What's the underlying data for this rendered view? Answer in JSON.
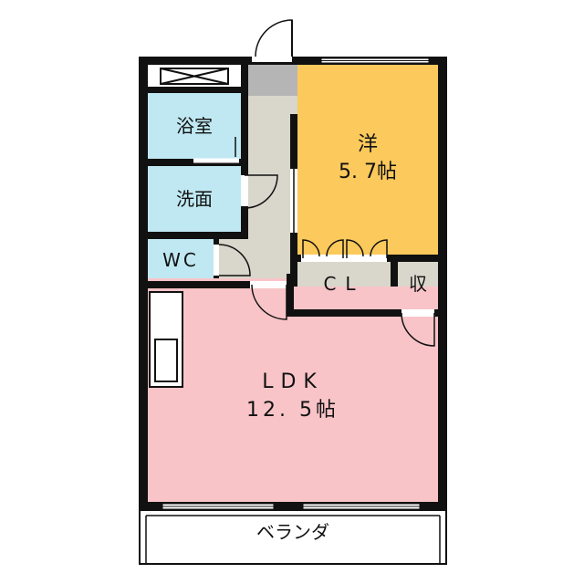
{
  "rooms": {
    "bath": "浴室",
    "washroom": "洗面",
    "wc": "WC",
    "western_room": {
      "name": "洋",
      "size": "5. 7帖"
    },
    "closet": "CL",
    "storage": "収",
    "ldk": {
      "name": "LDK",
      "size": "12. 5帖"
    },
    "balcony": "ベランダ"
  },
  "colors": {
    "wall": "#111111",
    "wet_area": "#bfe8f2",
    "western_room": "#fbc95c",
    "ldk": "#f8c4c8",
    "corridor": "#d9d6cb",
    "entrance": "#b5b5b5",
    "storage": "#d9d6cb"
  }
}
